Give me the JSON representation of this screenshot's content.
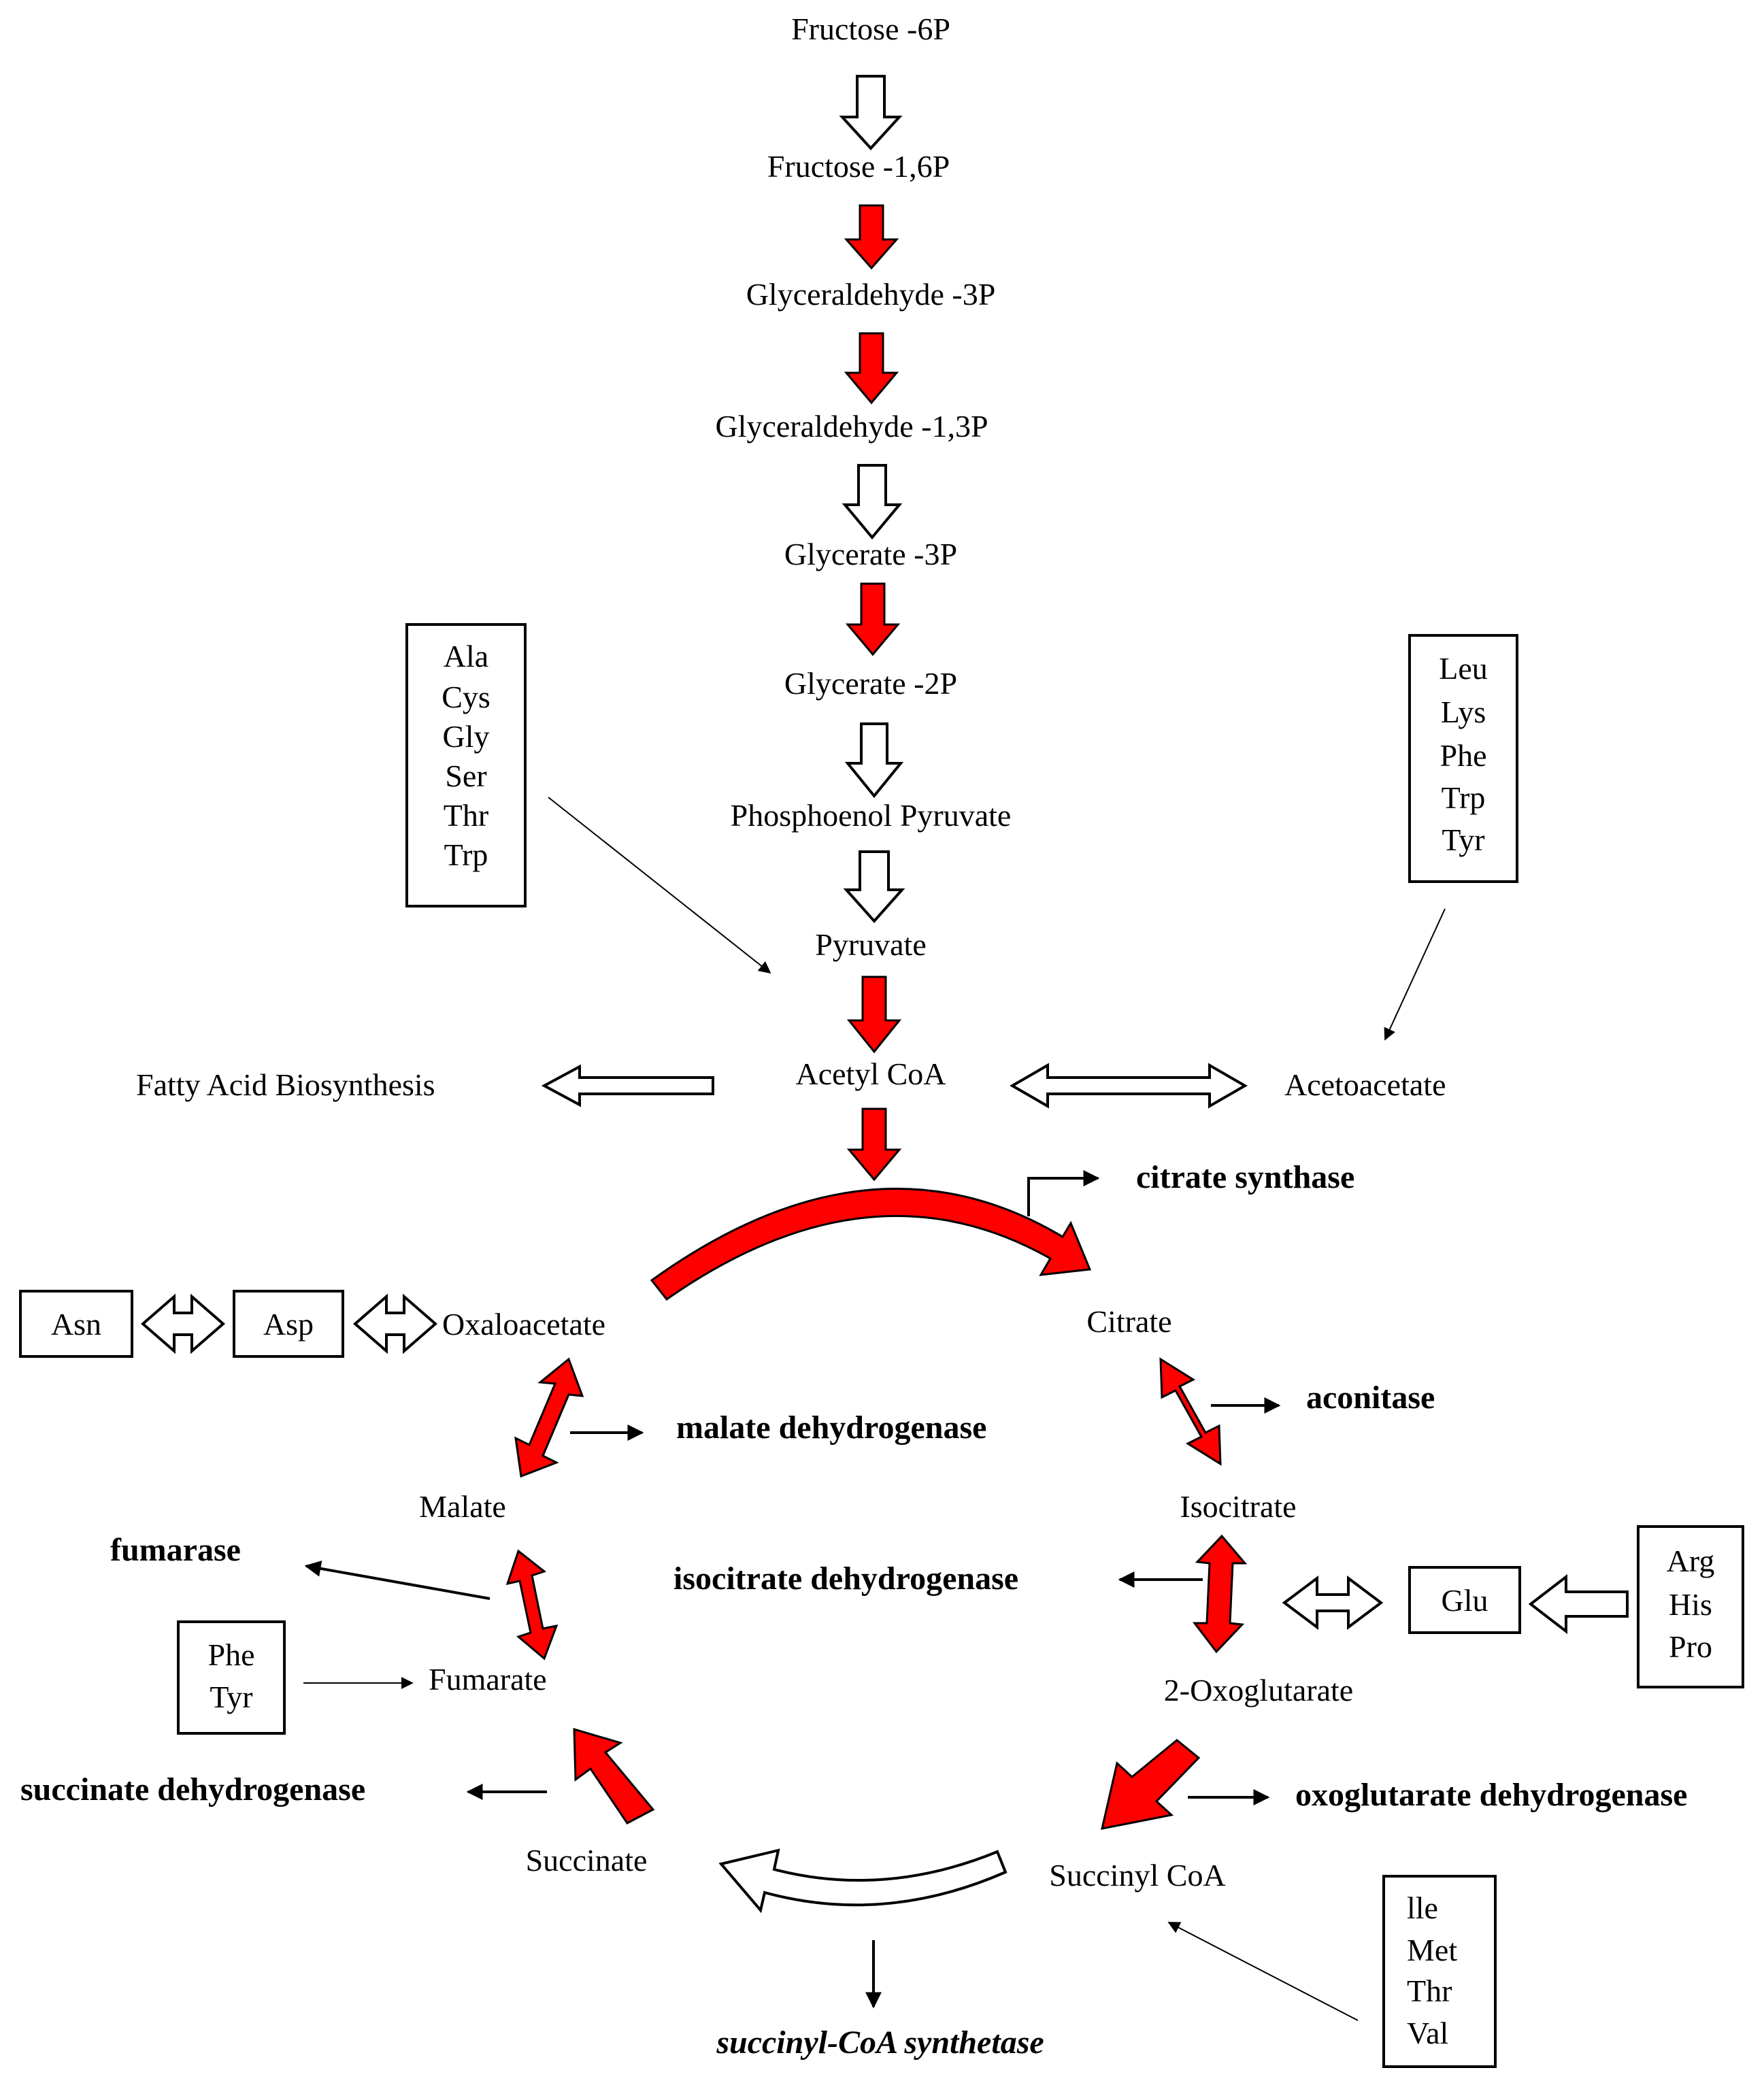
{
  "glycolysis": {
    "fructose_6p": "Fructose -6P",
    "fructose_16p": "Fructose -1,6P",
    "glyceraldehyde_3p": "Glyceraldehyde -3P",
    "glyceraldehyde_13p": "Glyceraldehyde -1,3P",
    "glycerate_3p": "Glycerate -3P",
    "glycerate_2p": "Glycerate -2P",
    "phosphoenol_pyruvate": "Phosphoenol Pyruvate",
    "pyruvate": "Pyruvate",
    "acetyl_coa": "Acetyl CoA"
  },
  "side": {
    "fatty_acid": "Fatty Acid Biosynthesis",
    "acetoacetate": "Acetoacetate"
  },
  "tca": {
    "oxaloacetate": "Oxaloacetate",
    "citrate": "Citrate",
    "isocitrate": "Isocitrate",
    "oxoglutarate": "2-Oxoglutarate",
    "succinyl_coa": "Succinyl CoA",
    "succinate": "Succinate",
    "fumarate": "Fumarate",
    "malate": "Malate"
  },
  "enzymes": {
    "citrate_synthase": "citrate synthase",
    "aconitase": "aconitase",
    "malate_dehydrogenase": "malate dehydrogenase",
    "isocitrate_dehydrogenase": "isocitrate dehydrogenase",
    "fumarase": "fumarase",
    "succinate_dehydrogenase": "succinate dehydrogenase",
    "oxoglutarate_dehydrogenase": "oxoglutarate dehydrogenase",
    "succinyl_coa_synthetase": "succinyl-CoA synthetase"
  },
  "amino_acid_boxes": {
    "to_pyruvate": [
      "Ala",
      "Cys",
      "Gly",
      "Ser",
      "Thr",
      "Trp"
    ],
    "to_acetoacetate": [
      "Leu",
      "Lys",
      "Phe",
      "Trp",
      "Tyr"
    ],
    "asn": "Asn",
    "asp": "Asp",
    "to_fumarate": [
      "Phe",
      "Tyr"
    ],
    "glu": "Glu",
    "to_glu": [
      "Arg",
      "His",
      "Pro"
    ],
    "to_succinyl_coa": [
      "lle",
      "Met",
      "Thr",
      "Val"
    ]
  },
  "colors": {
    "highlight_arrow": "#ff0000",
    "outline": "#000000",
    "background": "#ffffff"
  }
}
